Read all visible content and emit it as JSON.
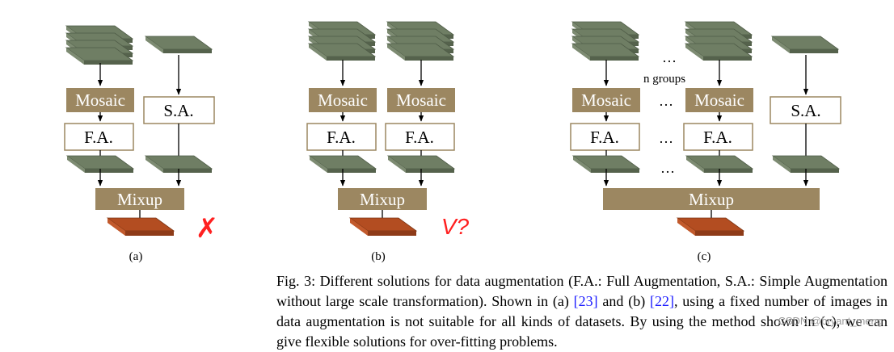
{
  "diagram": {
    "labels": {
      "mosaic": "Mosaic",
      "fa": "F.A.",
      "sa": "S.A.",
      "mixup": "Mixup",
      "n_groups": "n groups",
      "ellipsis": "…"
    },
    "subcaptions": {
      "a": "(a)",
      "b": "(b)",
      "c": "(c)"
    },
    "annotations": {
      "a": "✗",
      "b": "V?"
    },
    "colors": {
      "image_stack": "#6f7e64",
      "process_box": "#9c8761",
      "output_image": "#b34d21",
      "annotation_ink": "#ff2020"
    }
  },
  "caption": {
    "prefix": "Fig. 3: Different solutions for data augmentation (F.A.: Full Augmentation, S.A.: Simple Augmentation without large scale transformation). Shown in (a) ",
    "ref_a": "[23]",
    "between": " and (b) ",
    "ref_b": "[22]",
    "suffix": ", using a fixed number of images in data augmentation is not suitable for all kinds of datasets. By using the method shown in (c), we can give flexible solutions for over-fitting problems."
  },
  "watermark": "CSDN @bryant_meng"
}
